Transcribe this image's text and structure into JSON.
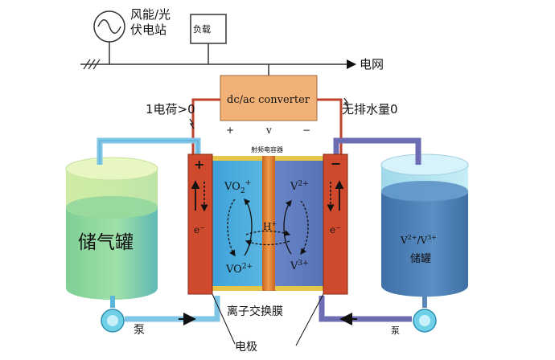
{
  "grid": {
    "source_label": "风能/光\n伏电站",
    "load_label": "负载",
    "grid_label": "电网"
  },
  "converter": {
    "label": "dc/ac converter",
    "plus": "+",
    "v": "v",
    "minus": "−"
  },
  "annotations": {
    "charge_left": "1电荷>0",
    "drain_right": "无排水量0",
    "rf_capacitor": "射频电容器",
    "membrane": "离子交换膜",
    "electrode": "电极",
    "pump_left": "泵",
    "pump_right": "泵"
  },
  "tanks": {
    "left_label": "储气罐",
    "right_label_ions": "V2+/V3+",
    "right_label_text": "储罐"
  },
  "electrodes": {
    "left_sign": "+",
    "right_sign": "−",
    "left_e": "e−",
    "right_e": "e−"
  },
  "ions": {
    "vo2_plus": "VO2+",
    "vo_2plus": "VO2+",
    "v2plus": "V2+",
    "v3plus": "V3+",
    "h_plus": "H+"
  }
}
